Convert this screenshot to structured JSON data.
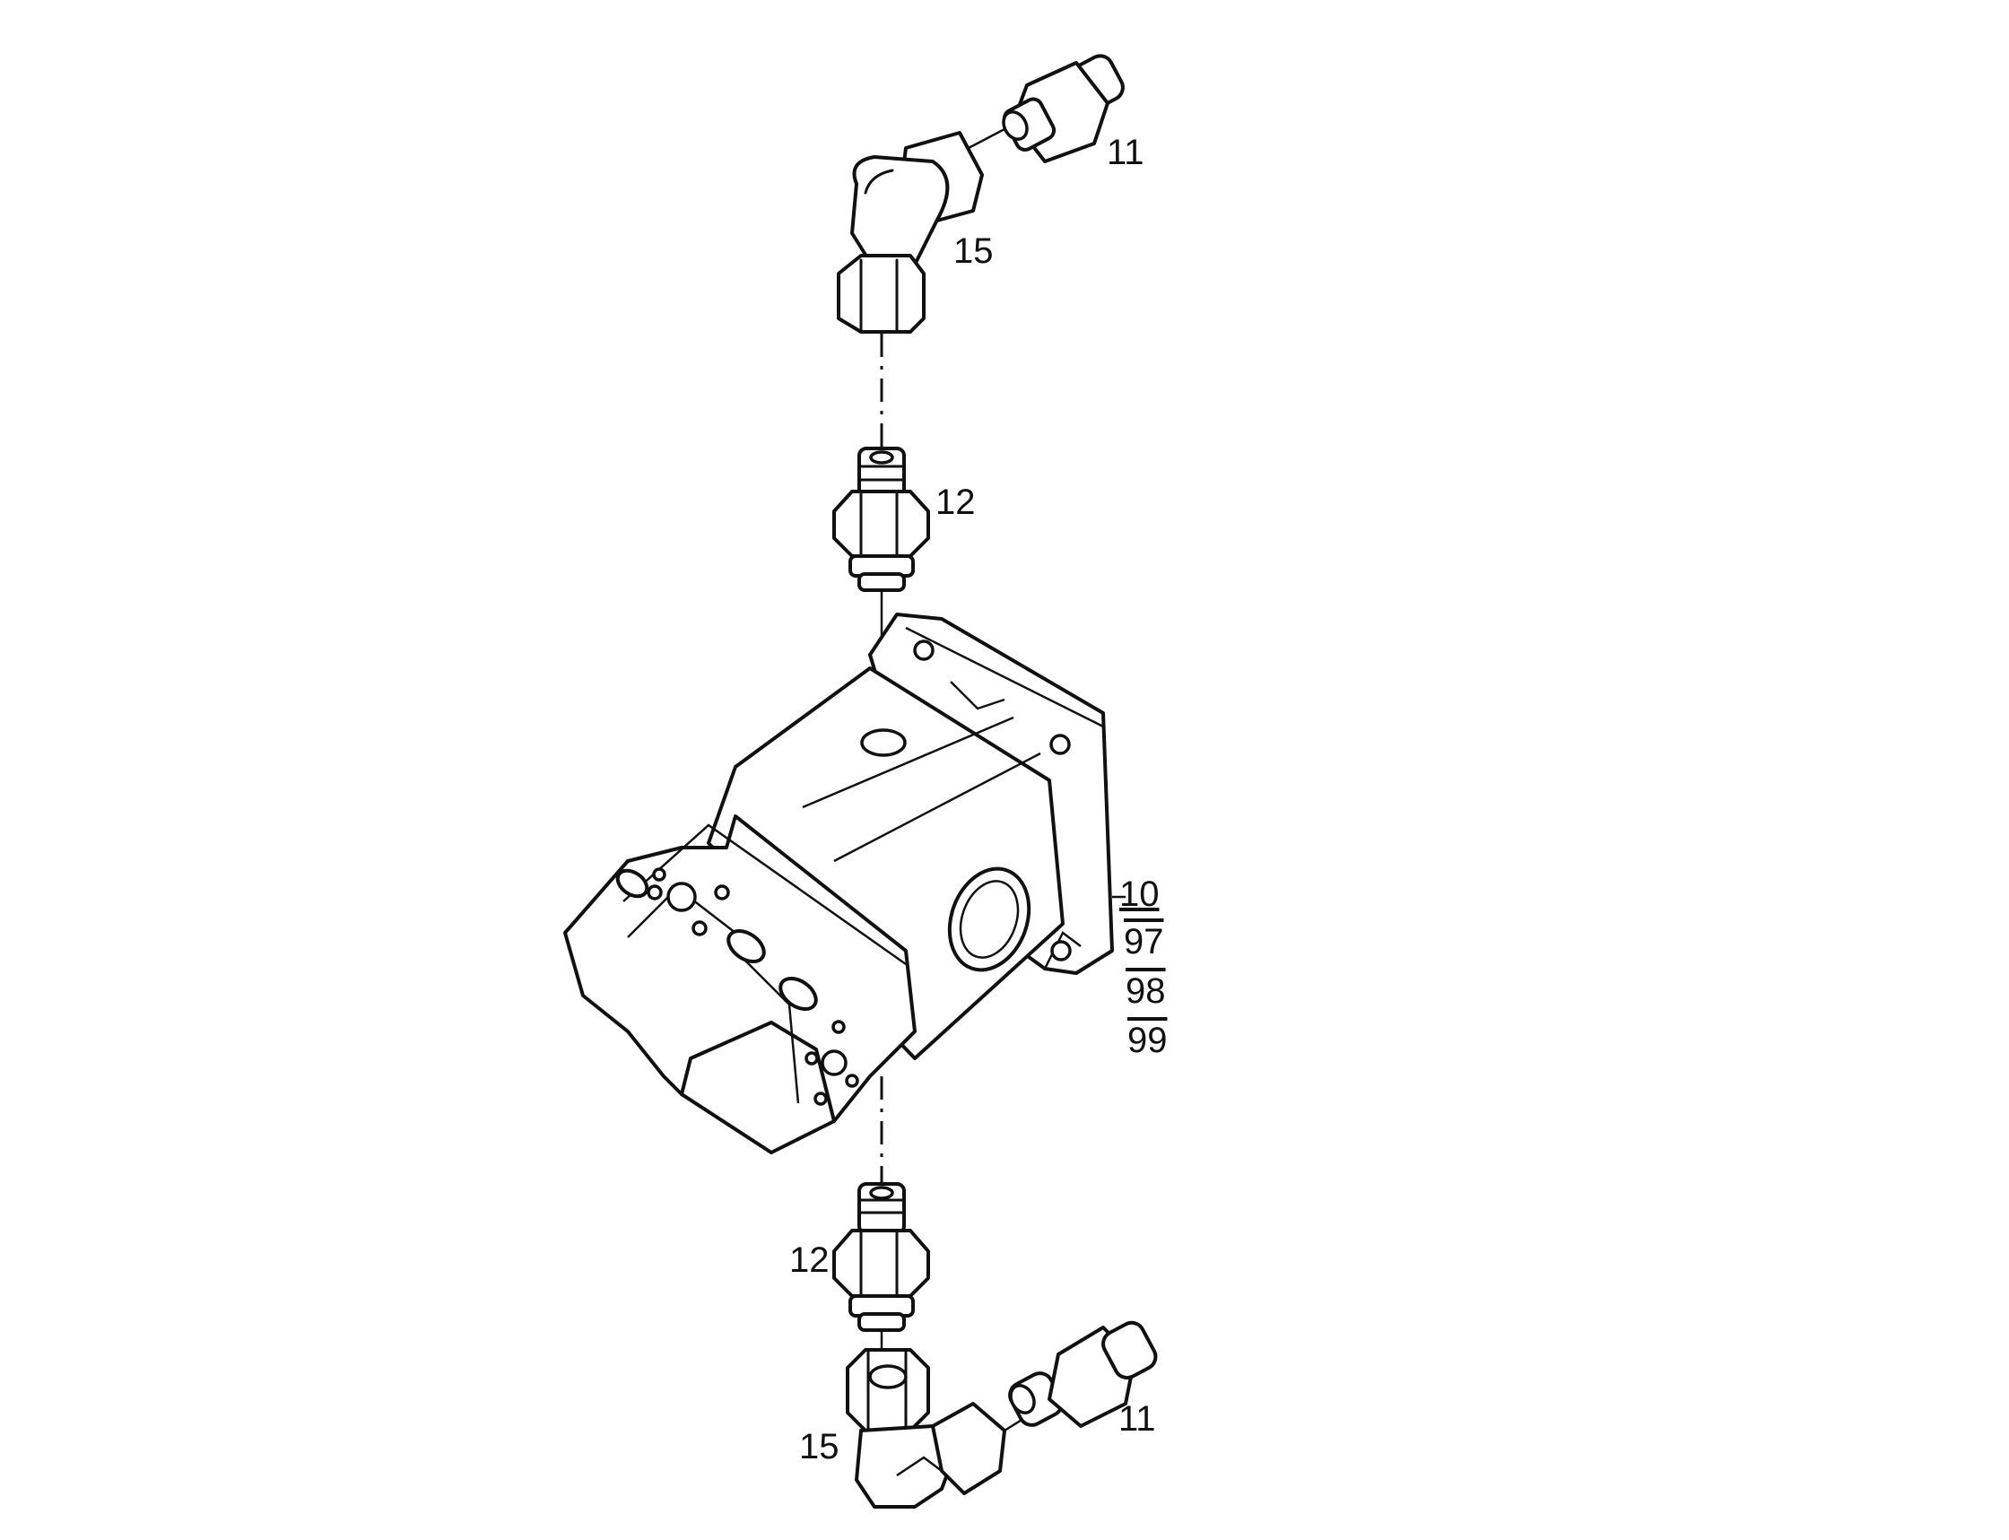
{
  "labels": {
    "part_11_top": "11",
    "part_15_top": "15",
    "part_12_top": "12",
    "part_10": "10",
    "part_97": "97",
    "part_98": "98",
    "part_99": "99",
    "part_12_bottom": "12",
    "part_11_bottom": "11",
    "part_15_bottom": "15"
  },
  "colors": {
    "ink": "#111111",
    "paper": "#ffffff"
  }
}
